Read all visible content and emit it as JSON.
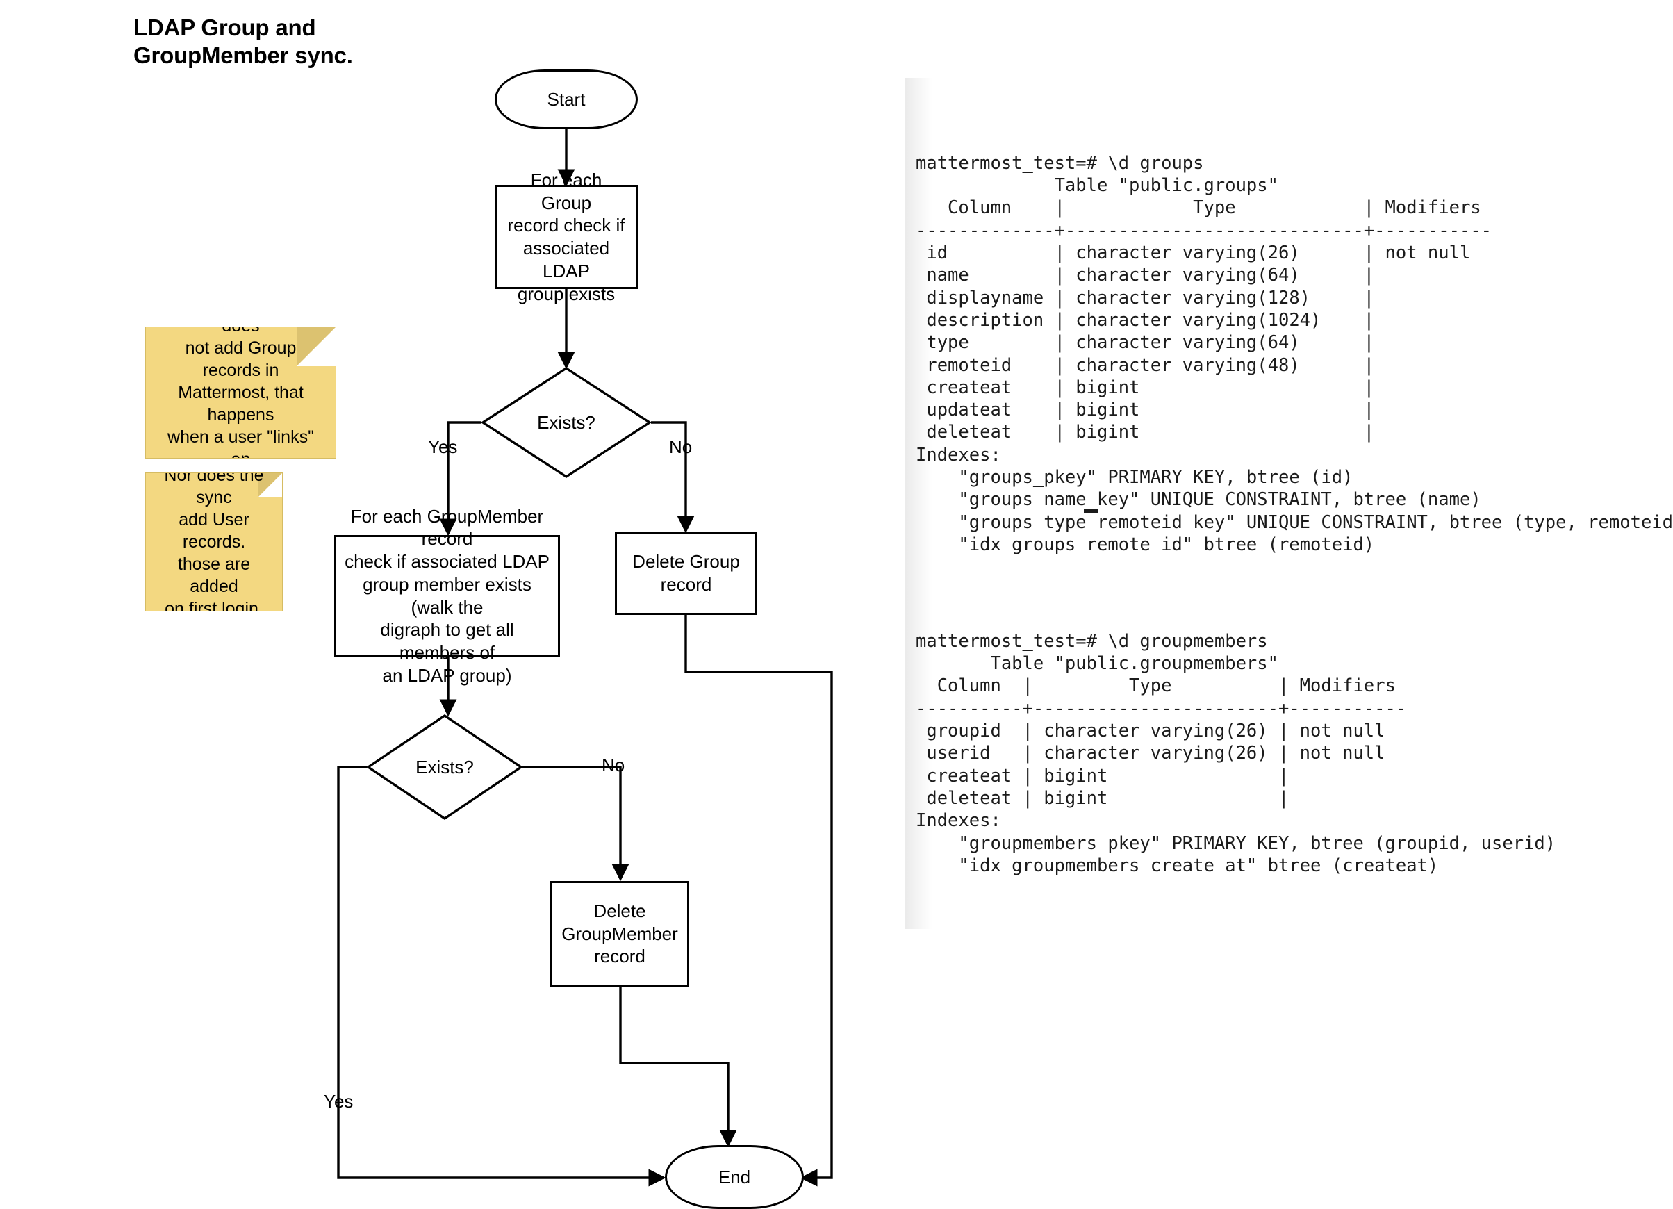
{
  "title": "LDAP Group and\nGroupMember sync.",
  "flowchart": {
    "nodes": {
      "start": {
        "label": "Start",
        "shape": "terminator"
      },
      "check_group": {
        "label": "For each Group\nrecord check if\nassociated LDAP\ngroup exists",
        "shape": "process"
      },
      "exists_group": {
        "label": "Exists?",
        "shape": "decision"
      },
      "check_member": {
        "label": "For each GroupMember record\ncheck if associated LDAP\ngroup member exists (walk the\ndigraph to get all members of\nan LDAP group)",
        "shape": "process"
      },
      "delete_group": {
        "label": "Delete Group\nrecord",
        "shape": "process"
      },
      "exists_member": {
        "label": "Exists?",
        "shape": "decision"
      },
      "delete_groupmember": {
        "label": "Delete\nGroupMember\nrecord",
        "shape": "process"
      },
      "end": {
        "label": "End",
        "shape": "terminator"
      }
    },
    "edge_labels": {
      "group_yes": "Yes",
      "group_no": "No",
      "member_no": "No",
      "member_yes": "Yes"
    }
  },
  "notes": [
    {
      "text": "The sync process does\nnot add Group records in\nMattermost, that happens\nwhen a user \"links\" an\nLDAP group in the UI."
    },
    {
      "text": "Nor does the sync\nadd User records.\nthose are added\non first login."
    }
  ],
  "terminals": [
    {
      "name": "groups-table",
      "text": "mattermost_test=# \\d groups\n             Table \"public.groups\"\n   Column    |            Type            | Modifiers\n-------------+----------------------------+-----------\n id          | character varying(26)      | not null\n name        | character varying(64)      |\n displayname | character varying(128)     |\n description | character varying(1024)    |\n type        | character varying(64)      |\n remoteid    | character varying(48)      |\n createat    | bigint                     |\n updateat    | bigint                     |\n deleteat    | bigint                     |\nIndexes:\n    \"groups_pkey\" PRIMARY KEY, btree (id)\n    \"groups_name_key\" UNIQUE CONSTRAINT, btree (name)\n    \"groups_type_remoteid_key\" UNIQUE CONSTRAINT, btree (type, remoteid)\n    \"idx_groups_remote_id\" btree (remoteid)"
    },
    {
      "name": "groupmembers-table",
      "text": "mattermost_test=# \\d groupmembers\n       Table \"public.groupmembers\"\n  Column  |         Type          | Modifiers\n----------+-----------------------+-----------\n groupid  | character varying(26) | not null\n userid   | character varying(26) | not null\n createat | bigint                |\n deleteat | bigint                |\nIndexes:\n    \"groupmembers_pkey\" PRIMARY KEY, btree (groupid, userid)\n    \"idx_groupmembers_create_at\" btree (createat)"
    }
  ],
  "colors": {
    "sticky_bg": "#f3d881",
    "sticky_fold": "#dcc270",
    "stroke": "#000000",
    "terminal_text": "#1b1b1b"
  }
}
